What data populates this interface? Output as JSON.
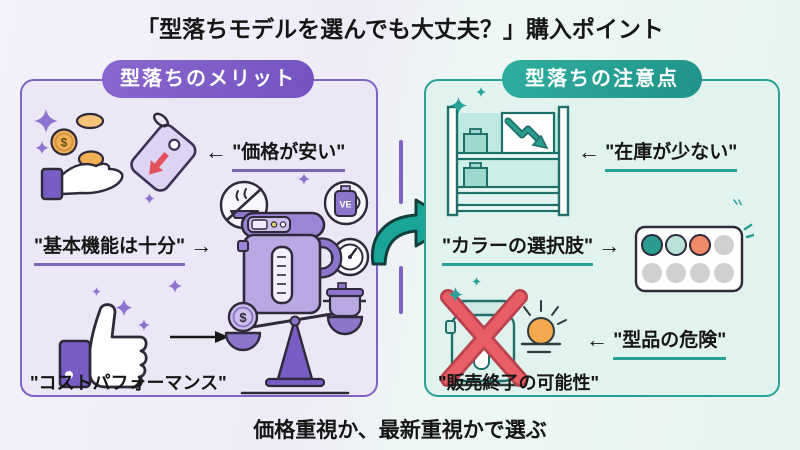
{
  "title": "「型落ちモデルを選んでも大丈夫？」購入ポイント",
  "footer": "価格重視か、最新重視かで選ぶ",
  "merits": {
    "header": "型落ちのメリット",
    "items": [
      {
        "arrow": "←",
        "label": "\"価格が安い\"",
        "icon": "coins-hand-price-tag"
      },
      {
        "label": "\"基本機能は十分\"",
        "arrow": "→",
        "icon": "electric-thermo-pot"
      },
      {
        "arrow": "→",
        "label": "\"コストパフォーマンス\"",
        "icon": "thumbs-up-and-balance-scale"
      }
    ]
  },
  "cautions": {
    "header": "型落ちの注意点",
    "items": [
      {
        "arrow": "←",
        "label": "\"在庫が少ない\"",
        "icon": "low-stock-shelf"
      },
      {
        "label": "\"カラーの選択肢\"",
        "arrow": "→",
        "icon": "color-palette"
      },
      {
        "arrow": "←",
        "label": "\"型品の危険\"",
        "sub_label": "\"販売終了の可能性\"",
        "icon": "discontinued-pot-sunset"
      }
    ]
  },
  "icons": {
    "ve_badge": "VE",
    "dollar": "$"
  },
  "colors": {
    "purple_accent": "#7a5cc5",
    "purple_border": "#7e63c4",
    "purple_panel_bg": "#ece7f6",
    "teal_accent": "#2aa198",
    "teal_panel_bg": "#e0f3ee",
    "coin_gold": "#f2b054",
    "warning_red": "#e2525c",
    "sun_orange": "#f5a94e",
    "palette_swatches": [
      "#2a9d8f",
      "#b9e2d8",
      "#ef8a66",
      "#cfcfcf",
      "#cfcfcf",
      "#cfcfcf",
      "#cfcfcf",
      "#cfcfcf"
    ]
  }
}
